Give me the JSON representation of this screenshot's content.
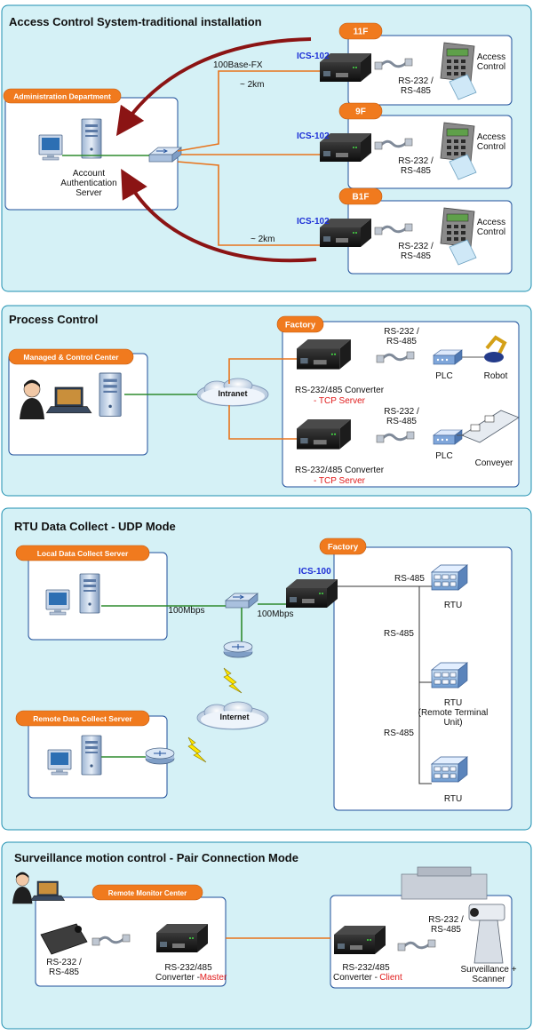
{
  "colors": {
    "panel_bg": "#d5f1f6",
    "panel_border": "#1e8fb0",
    "box_border": "#1f4f9a",
    "tag_orange": "#f07a1e",
    "fiber_orange": "#e8741c",
    "ethernet_green": "#2e8b2e",
    "arrow_red": "#8b1414",
    "label_blue": "#1d2fd6",
    "label_red": "#e01a1a"
  },
  "sections": {
    "access": {
      "title": "Access Control System-traditional installation",
      "admin_tag": "Administration Department",
      "server_label": [
        "Account",
        "Authentication",
        "Server"
      ],
      "fiber_label": "100Base-FX",
      "distance_top": "~ 2km",
      "distance_bottom": "~ 2km",
      "floors": [
        {
          "tag": "11F",
          "device": "ICS-102",
          "serial": [
            "RS-232 /",
            "RS-485"
          ],
          "access": [
            "Access",
            "Control"
          ]
        },
        {
          "tag": "9F",
          "device": "ICS-102",
          "serial": [
            "RS-232 /",
            "RS-485"
          ],
          "access": [
            "Access",
            "Control"
          ]
        },
        {
          "tag": "B1F",
          "device": "ICS-102",
          "serial": [
            "RS-232 /",
            "RS-485"
          ],
          "access": [
            "Access",
            "Control"
          ]
        }
      ]
    },
    "process": {
      "title": "Process Control",
      "center_tag": "Managed & Control Center",
      "factory_tag": "Factory",
      "cloud_label": "Intranet",
      "upper": {
        "serial": [
          "RS-232 /",
          "RS-485"
        ],
        "plc": "PLC",
        "end": "Robot",
        "converter": "RS-232/485 Converter",
        "mode": "- TCP Server"
      },
      "lower": {
        "serial": [
          "RS-232 /",
          "RS-485"
        ],
        "plc": "PLC",
        "end": "Conveyer",
        "converter": "RS-232/485 Converter",
        "mode": "- TCP Server"
      }
    },
    "rtu": {
      "title": "RTU Data Collect - UDP Mode",
      "local_tag": "Local Data Collect Server",
      "remote_tag": "Remote Data Collect Server",
      "factory_tag": "Factory",
      "device": "ICS-100",
      "speed_left": "100Mbps",
      "speed_right": "100Mbps",
      "cloud_label": "Internet",
      "bus_labels": [
        "RS-485",
        "RS-485",
        "RS-485"
      ],
      "rtu_labels": [
        [
          "RTU"
        ],
        [
          "RTU",
          "(Remote Terminal",
          "Unit)"
        ],
        [
          "RTU"
        ]
      ]
    },
    "surveillance": {
      "title": "Surveillance motion control - Pair Connection Mode",
      "monitor_tag": "Remote Monitor Center",
      "left_serial": [
        "RS-232 /",
        "RS-485"
      ],
      "master_converter": [
        "RS-232/485",
        "Converter - "
      ],
      "master_role": "Master",
      "client_converter": [
        "RS-232/485",
        "Converter - "
      ],
      "client_role": "Client",
      "right_serial": [
        "RS-232 /",
        "RS-485"
      ],
      "camera_label": [
        "Surveillance +",
        "Scanner"
      ]
    }
  }
}
